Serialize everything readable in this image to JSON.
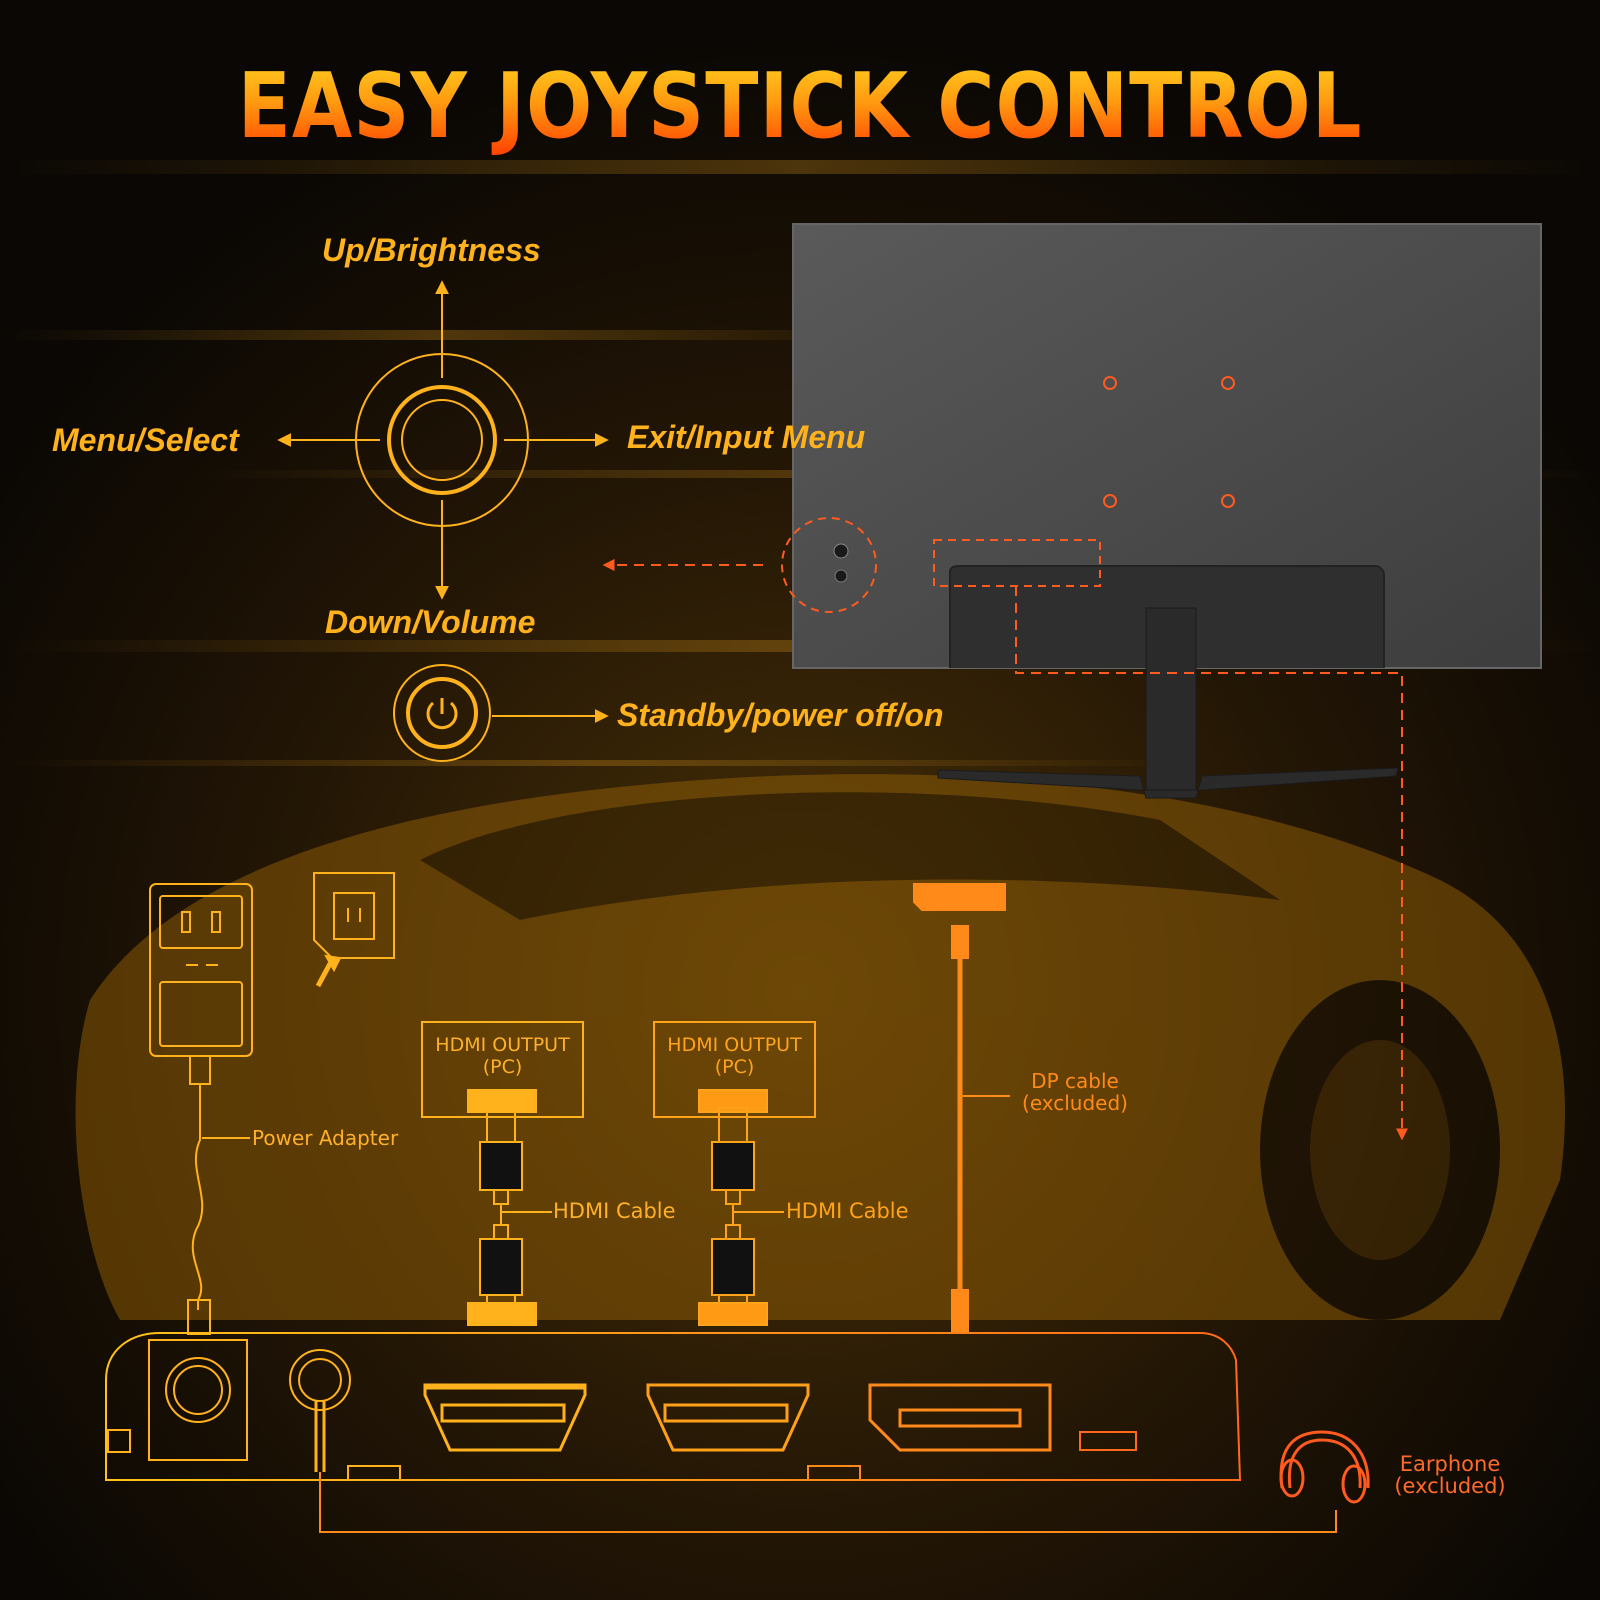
{
  "title": "EASY JOYSTICK CONTROL",
  "joystick": {
    "up": "Up/Brightness",
    "down": "Down/Volume",
    "left": "Menu/Select",
    "right": "Exit/Input Menu",
    "power": "Standby/power off/on"
  },
  "connections": {
    "power_adapter": "Power Adapter",
    "hdmi_output_1": {
      "line1": "HDMI OUTPUT",
      "line2": "(PC)"
    },
    "hdmi_output_2": {
      "line1": "HDMI OUTPUT",
      "line2": "(PC)"
    },
    "hdmi_cable_1": "HDMI Cable",
    "hdmi_cable_2": "HDMI Cable",
    "dp_cable": {
      "line1": "DP cable",
      "line2": "(excluded)"
    },
    "earphone": {
      "line1": "Earphone",
      "line2": "(excluded)"
    }
  },
  "colors": {
    "accent": "#ffb21c",
    "orange": "#ff8a1a",
    "red": "#ff5a1f",
    "monitor": "#4a4a4a"
  }
}
